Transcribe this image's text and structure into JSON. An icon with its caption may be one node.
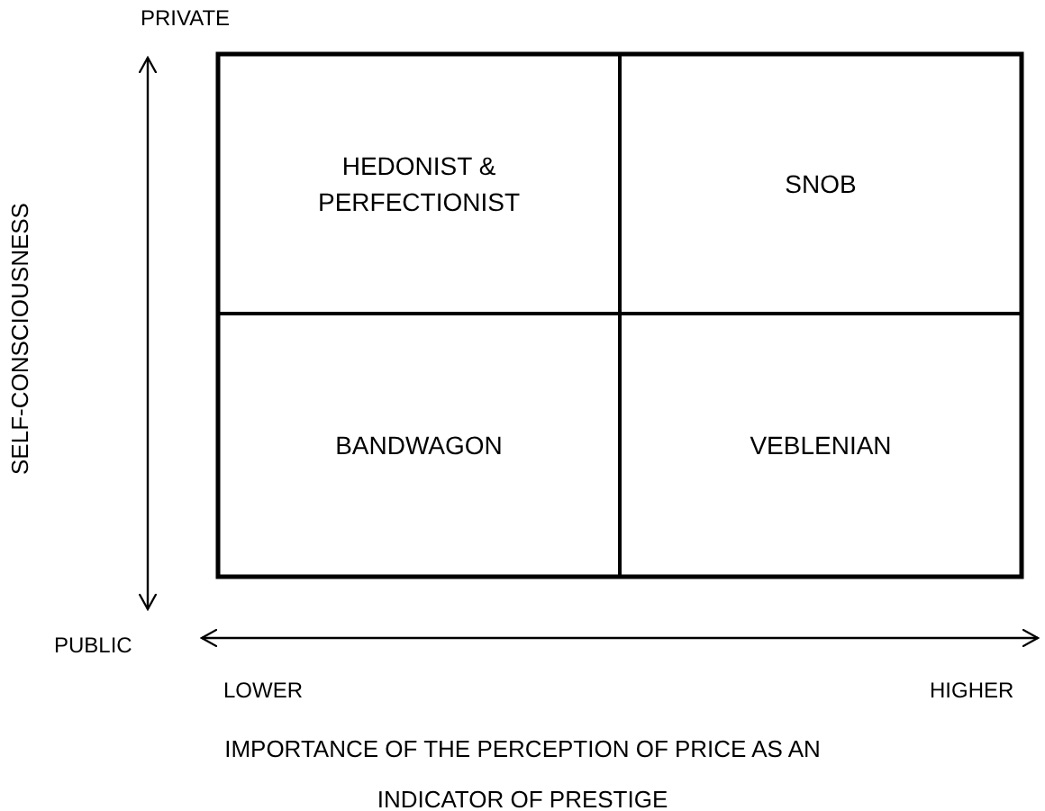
{
  "diagram": {
    "nodes": [
      {
        "text": [
          "HEDONIST & PERFECTIONIST"
        ]
      },
      {
        "text": [
          "SNOB"
        ]
      },
      {
        "text": [
          "BANDWAGON"
        ]
      },
      {
        "text": [
          "VEBLENIAN"
        ]
      }
    ],
    "labels": [
      "PRIVATE",
      "SELF-CONSCIOUSNESS",
      "PUBLIC",
      "LOWER",
      "HIGHER",
      "IMPORTANCE OF THE PERCEPTION OF PRICE AS AN INDICATOR OF PRESTIGE"
    ]
  }
}
